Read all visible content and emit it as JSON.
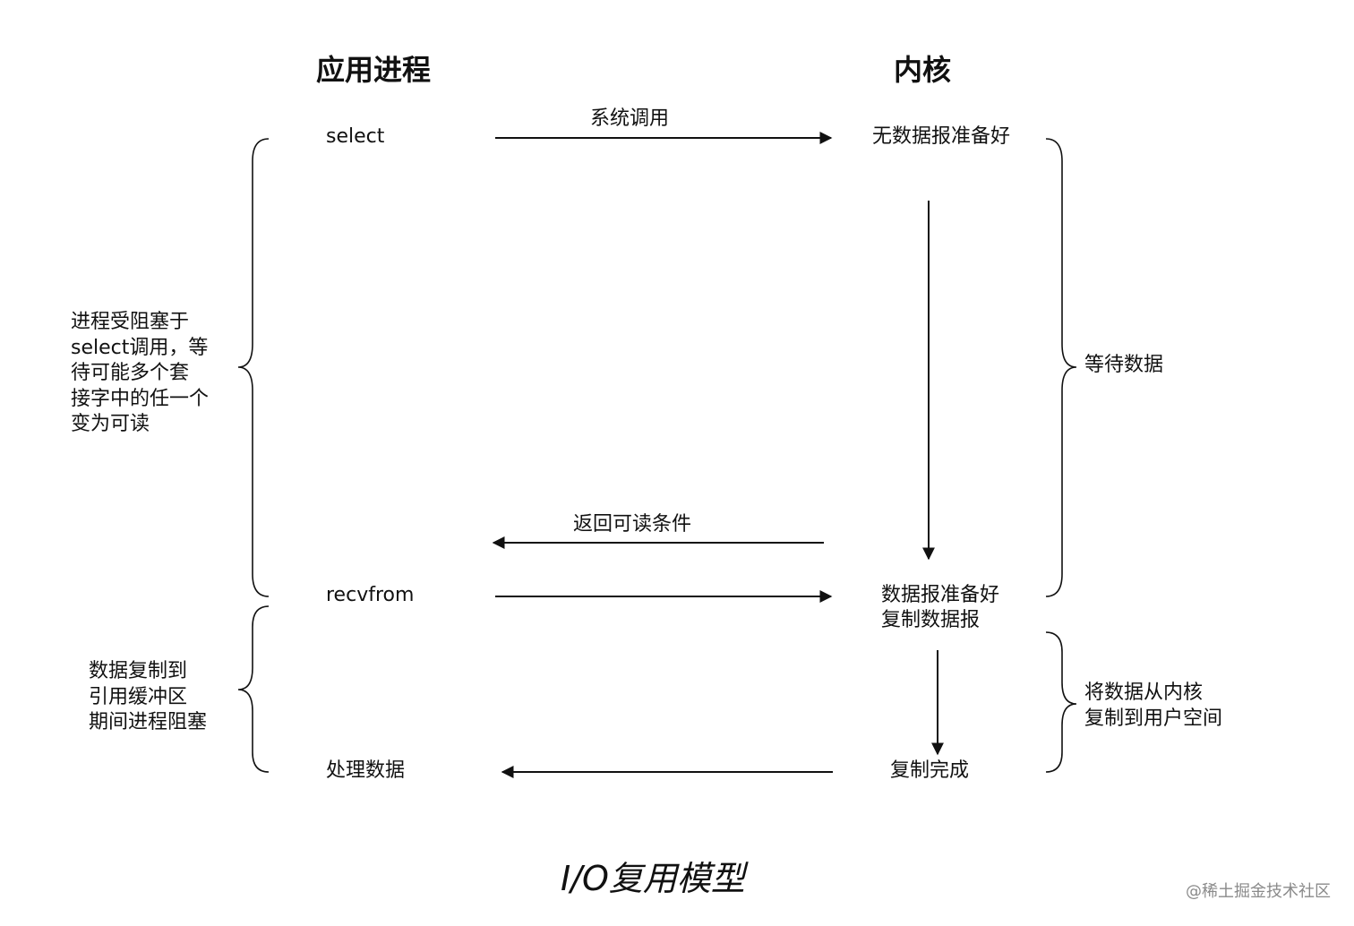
{
  "headers": {
    "app_process": "应用进程",
    "kernel": "内核"
  },
  "app_steps": {
    "select": "select",
    "recvfrom": "recvfrom",
    "process_data": "处理数据"
  },
  "kernel_steps": {
    "no_datagram_ready": "无数据报准备好",
    "datagram_ready": "数据报准备好",
    "copy_datagram": "复制数据报",
    "copy_complete": "复制完成"
  },
  "arrows": {
    "system_call": "系统调用",
    "return_readable": "返回可读条件"
  },
  "left_notes": {
    "blocked_on_select": "进程受阻塞于\nselect调用，等\n待可能多个套\n接字中的任一个\n变为可读",
    "blocked_during_copy": "数据复制到\n引用缓冲区\n期间进程阻塞"
  },
  "right_notes": {
    "wait_for_data": "等待数据",
    "copy_kernel_to_user": "将数据从内核\n复制到用户空间"
  },
  "title": "I/O复用模型",
  "watermark": "@稀土掘金技术社区"
}
